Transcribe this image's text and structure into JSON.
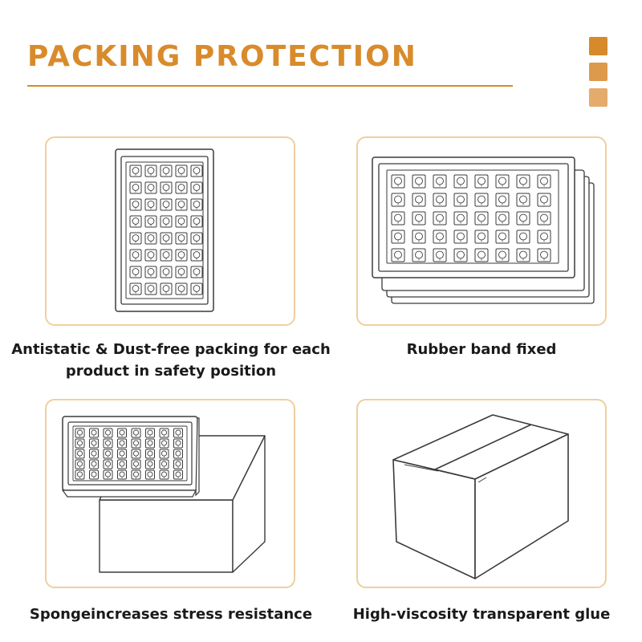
{
  "header": {
    "title": "PACKING PROTECTION"
  },
  "colors": {
    "accent": "#d98b2b",
    "panel_border": "#efcf9f",
    "line": "#3a3a3a"
  },
  "panels": [
    {
      "caption_line1": "Antistatic & Dust-free packing for each",
      "caption_line2": "product in safety position",
      "icon": "vertical-tray-icon"
    },
    {
      "caption_line1": "Rubber band fixed",
      "icon": "stacked-trays-icon"
    },
    {
      "caption_line1": "Spongeincreases stress resistance",
      "icon": "tray-on-box-icon"
    },
    {
      "caption_line1": "High-viscosity transparent glue",
      "icon": "carton-box-icon"
    }
  ]
}
